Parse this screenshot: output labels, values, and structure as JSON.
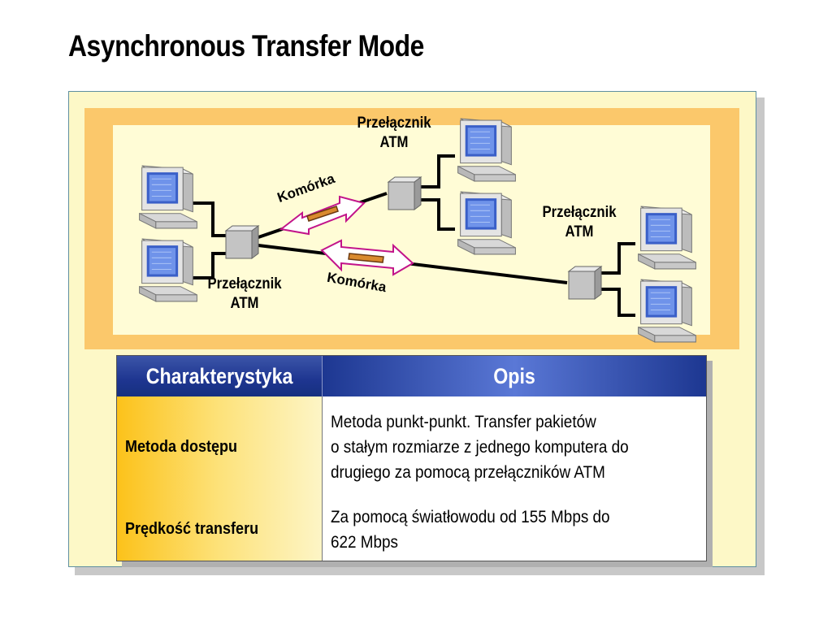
{
  "title": "Asynchronous Transfer Mode",
  "diagram": {
    "switch_label_top": [
      "Przełącznik",
      "ATM"
    ],
    "switch_label_right": [
      "Przełącznik",
      "ATM"
    ],
    "switch_label_left": [
      "Przełącznik",
      "ATM"
    ],
    "cell_label_top": "Komórka",
    "cell_label_bottom": "Komórka",
    "icons": [
      "computer-icon",
      "atm-switch-icon",
      "cell-packet-icon",
      "double-arrow-icon"
    ]
  },
  "table": {
    "headers": [
      "Charakterystyka",
      "Opis"
    ],
    "rows": [
      {
        "label": "Metoda dostępu",
        "desc": [
          "Metoda punkt-punkt. Transfer pakietów",
          "o stałym rozmiarze z jednego komputera do",
          "drugiego za pomocą przełączników ATM"
        ]
      },
      {
        "label": "Prędkość transferu",
        "desc": [
          "Za pomocą światłowodu od 155 Mbps do",
          "622 Mbps"
        ]
      }
    ]
  },
  "colors": {
    "panel_bg": "#fdf8c7",
    "diagram_frame": "#fbc86b",
    "header_blue": "#1e3590",
    "row_label_gold": "#fcc21a"
  }
}
